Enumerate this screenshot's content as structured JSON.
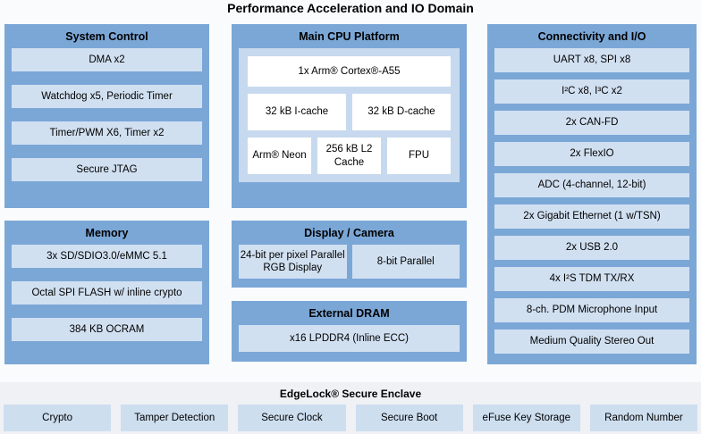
{
  "title": "Performance Acceleration and IO Domain",
  "colors": {
    "block_blue": "#7ba7d7",
    "cell_blue": "#d1e0f1",
    "cpu_panel_blue": "#c7d9ee",
    "white_box": "#ffffff",
    "footer_bg": "#eff1f4",
    "footer_cell_blue": "#cddeef",
    "text": "#000000"
  },
  "blocks": {
    "system_control": {
      "title": "System Control",
      "items": [
        "DMA x2",
        "Watchdog x5, Periodic Timer",
        "Timer/PWM X6, Timer x2",
        "Secure JTAG"
      ]
    },
    "memory": {
      "title": "Memory",
      "items": [
        "3x SD/SDIO3.0/eMMC 5.1",
        "Octal SPI FLASH w/ inline crypto",
        "384 KB OCRAM"
      ]
    },
    "main_cpu": {
      "title": "Main CPU Platform",
      "core": "1x Arm® Cortex®-A55",
      "caches": [
        "32 kB I-cache",
        "32 kB D-cache"
      ],
      "units": [
        "Arm® Neon",
        "256 kB L2 Cache",
        "FPU"
      ]
    },
    "display_camera": {
      "title": "Display / Camera",
      "items": [
        "24-bit per pixel Parallel RGB Display",
        "8-bit Parallel"
      ]
    },
    "external_dram": {
      "title": "External DRAM",
      "items": [
        "x16 LPDDR4 (Inline ECC)"
      ]
    },
    "connectivity": {
      "title": "Connectivity and I/O",
      "items": [
        "UART x8, SPI x8",
        "I²C x8, I³C x2",
        "2x CAN-FD",
        "2x FlexIO",
        "ADC (4-channel, 12-bit)",
        "2x Gigabit Ethernet (1 w/TSN)",
        "2x USB 2.0",
        "4x I²S TDM TX/RX",
        "8-ch. PDM Microphone Input",
        "Medium Quality Stereo Out"
      ]
    },
    "edgelock": {
      "title": "EdgeLock® Secure Enclave",
      "items": [
        "Crypto",
        "Tamper Detection",
        "Secure Clock",
        "Secure Boot",
        "eFuse Key Storage",
        "Random Number"
      ]
    }
  }
}
